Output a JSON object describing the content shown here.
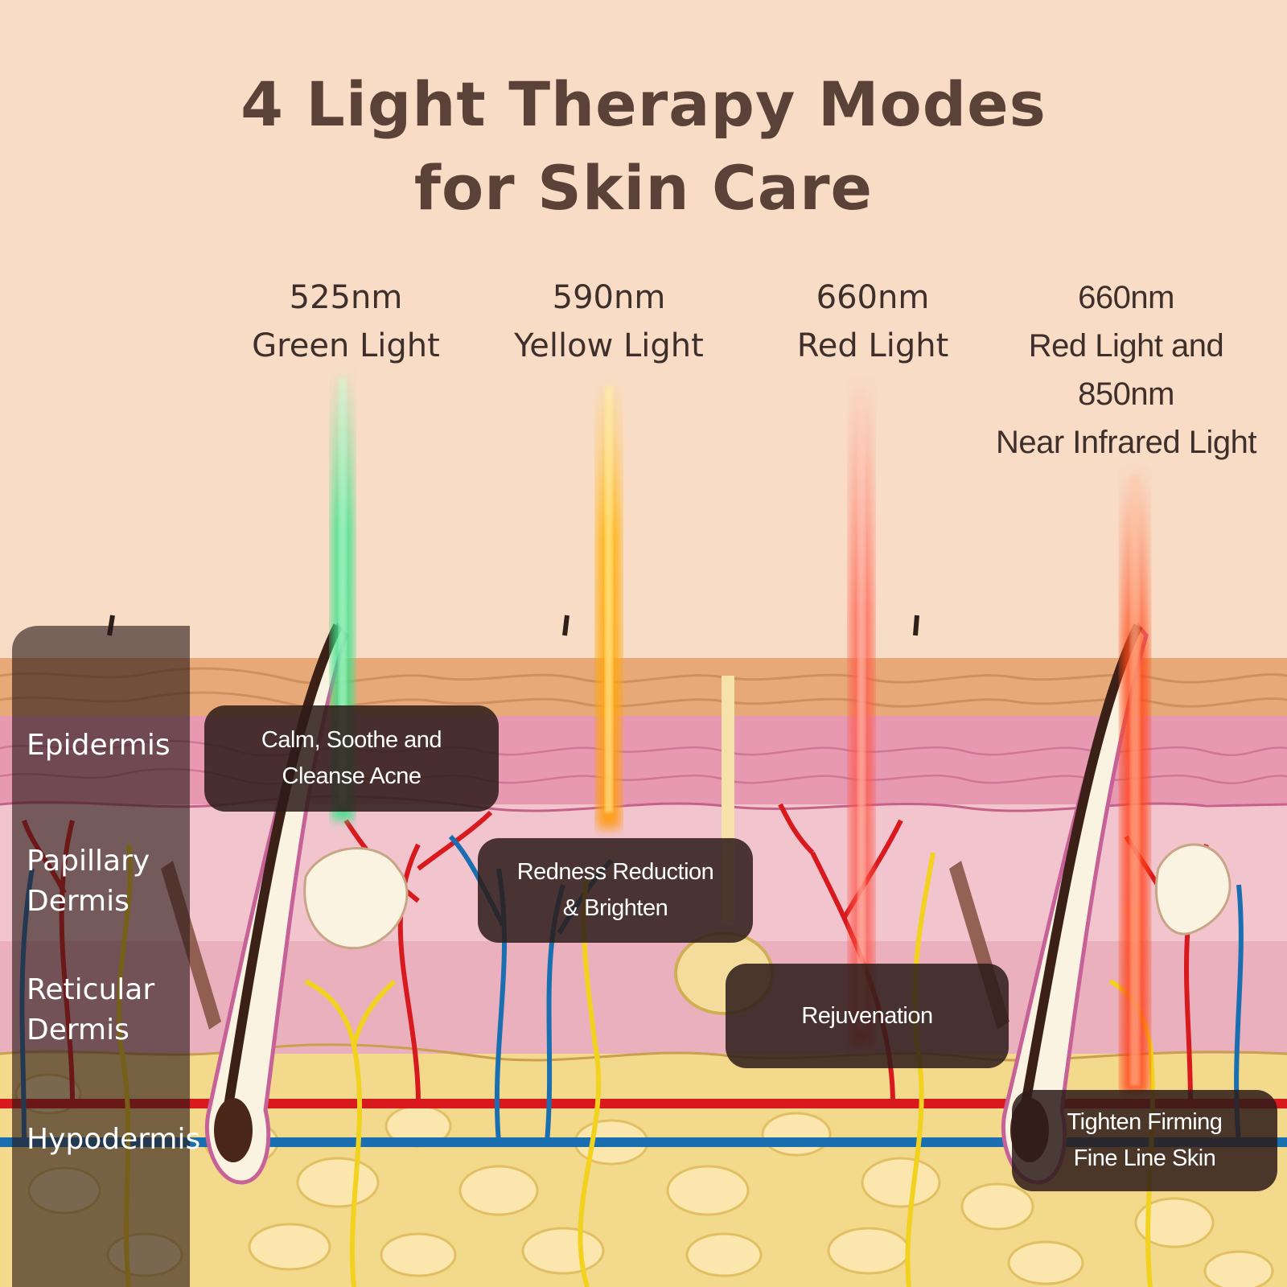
{
  "title": {
    "line1": "4 Light Therapy Modes",
    "line2": "for Skin Care"
  },
  "modes": [
    {
      "wavelength": "525nm",
      "name": "Green Light",
      "color": "#3fe08a"
    },
    {
      "wavelength": "590nm",
      "name": "Yellow Light",
      "color": "#ffc21a"
    },
    {
      "wavelength": "660nm",
      "name": "Red Light",
      "color": "#ff5a4a"
    },
    {
      "wavelength": "660nm",
      "name": "Red Light and",
      "extra1": "850nm",
      "extra2": "Near Infrared Light",
      "color": "#ff4a2a"
    }
  ],
  "layers": [
    {
      "line1": "Epidermis"
    },
    {
      "line1": "Papillary",
      "line2": "Dermis"
    },
    {
      "line1": "Reticular",
      "line2": "Dermis"
    },
    {
      "line1": "Hypodermis"
    }
  ],
  "effects": [
    {
      "line1": "Calm, Soothe and",
      "line2": "Cleanse Acne"
    },
    {
      "line1": "Redness Reduction",
      "line2": "& Brighten"
    },
    {
      "line1": "Rejuvenation"
    },
    {
      "line1": "Tighten Firming",
      "line2": "Fine Line Skin"
    }
  ],
  "colors": {
    "background": "#f8dcc6",
    "title": "#5b4238",
    "label_panel": "#2d1c1a",
    "artery": "#d8191e",
    "vein": "#1a6fb0",
    "nerve": "#f2d21e"
  }
}
